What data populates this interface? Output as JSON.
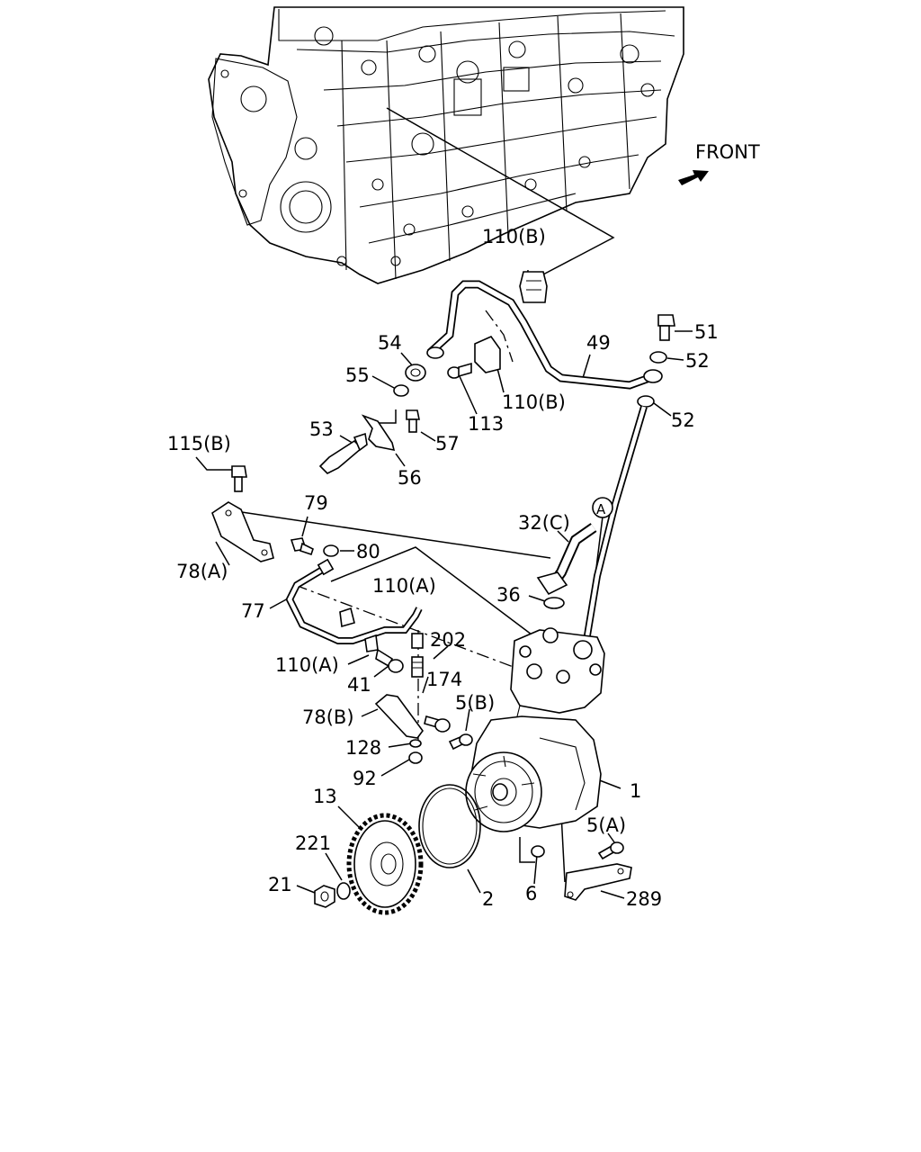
{
  "orientation": {
    "label": "FRONT"
  },
  "callouts": [
    {
      "id": "c110b_top",
      "text": "110(B)"
    },
    {
      "id": "c51",
      "text": "51"
    },
    {
      "id": "c52a",
      "text": "52"
    },
    {
      "id": "c52b",
      "text": "52"
    },
    {
      "id": "c49",
      "text": "49"
    },
    {
      "id": "c54",
      "text": "54"
    },
    {
      "id": "c55",
      "text": "55"
    },
    {
      "id": "c110b_mid",
      "text": "110(B)"
    },
    {
      "id": "c113",
      "text": "113"
    },
    {
      "id": "c53",
      "text": "53"
    },
    {
      "id": "c57",
      "text": "57"
    },
    {
      "id": "c56",
      "text": "56"
    },
    {
      "id": "c115b",
      "text": "115(B)"
    },
    {
      "id": "c79",
      "text": "79"
    },
    {
      "id": "c80",
      "text": "80"
    },
    {
      "id": "c78a",
      "text": "78(A)"
    },
    {
      "id": "cA",
      "text": "A"
    },
    {
      "id": "c32c",
      "text": "32(C)"
    },
    {
      "id": "c36",
      "text": "36"
    },
    {
      "id": "c110a_top",
      "text": "110(A)"
    },
    {
      "id": "c77",
      "text": "77"
    },
    {
      "id": "c202",
      "text": "202"
    },
    {
      "id": "c110a_bot",
      "text": "110(A)"
    },
    {
      "id": "c41",
      "text": "41"
    },
    {
      "id": "c174",
      "text": "174"
    },
    {
      "id": "c5b",
      "text": "5(B)"
    },
    {
      "id": "c78b",
      "text": "78(B)"
    },
    {
      "id": "c128",
      "text": "128"
    },
    {
      "id": "c92",
      "text": "92"
    },
    {
      "id": "c1",
      "text": "1"
    },
    {
      "id": "c13",
      "text": "13"
    },
    {
      "id": "c5a",
      "text": "5(A)"
    },
    {
      "id": "c221",
      "text": "221"
    },
    {
      "id": "c21",
      "text": "21"
    },
    {
      "id": "c2",
      "text": "2"
    },
    {
      "id": "c6",
      "text": "6"
    },
    {
      "id": "c289",
      "text": "289"
    }
  ]
}
